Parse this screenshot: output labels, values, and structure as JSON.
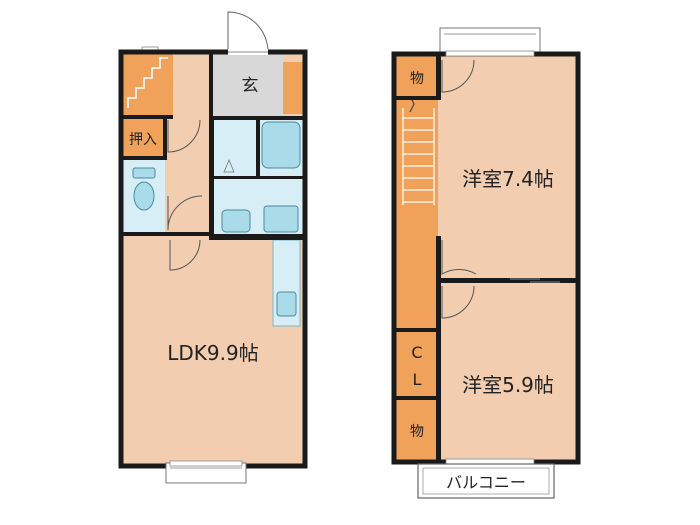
{
  "floor1": {
    "ldk_label": "LDK9.9帖",
    "entrance_label": "玄",
    "closet_label": "押入"
  },
  "floor2": {
    "room_a_label": "洋室7.4帖",
    "room_b_label": "洋室5.9帖",
    "storage_top_label": "物",
    "storage_bottom_label": "物",
    "cl_top": "C",
    "cl_bottom": "L",
    "balcony_label": "バルコニー"
  },
  "colors": {
    "room_fill": "#f2cdb0",
    "storage_fill": "#f0a25a",
    "entrance_fill": "#d8d8d8",
    "wet_fill": "#d7eef7",
    "fixture_fill": "#a9dbe8",
    "wall": "#1a1a1a"
  }
}
